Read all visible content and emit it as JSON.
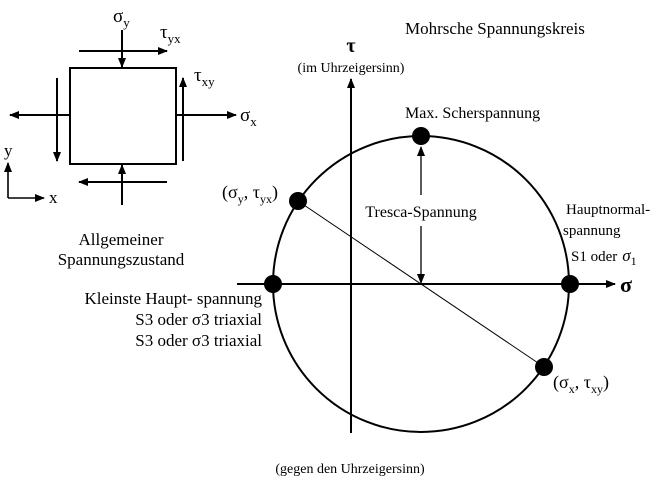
{
  "title": "Mohrsche Spannungskreis",
  "element": {
    "caption_line1": "Allgemeiner",
    "caption_line2": "Spannungszustand",
    "sigma_y": "σ",
    "sigma_y_sub": "y",
    "tau_yx": "τ",
    "tau_yx_sub": "yx",
    "tau_xy": "τ",
    "tau_xy_sub": "xy",
    "sigma_x": "σ",
    "sigma_x_sub": "x",
    "axis_y": "y",
    "axis_x": "x"
  },
  "mohr": {
    "tau_axis_label": "τ",
    "tau_axis_note": "(im Uhrzeigersinn)",
    "tau_axis_bottom_note": "(gegen den Uhrzeigersinn)",
    "sigma_axis_label": "σ",
    "max_shear_label": "Max. Scherspannung",
    "tresca_label": "Tresca-Spannung",
    "principal_max_line1": "Hauptnormal-",
    "principal_max_line2": "spannung",
    "principal_max_line3": "S1 oder",
    "principal_max_symbol": "σ",
    "principal_max_sub": "1",
    "principal_min_line1": "Kleinste Haupt- spannung",
    "principal_min_line2": "S3 oder σ3 triaxial",
    "principal_min_line3": "S3 oder σ3 triaxial",
    "point_y_open": "(σ",
    "point_y_sub1": "y",
    "point_y_mid": ", τ",
    "point_y_sub2": "yx",
    "point_y_close": ")",
    "point_x_open": "(σ",
    "point_x_sub1": "x",
    "point_x_mid": ", τ",
    "point_x_sub2": "xy",
    "point_x_close": ")"
  },
  "colors": {
    "ink": "#000000",
    "background": "#ffffff"
  }
}
